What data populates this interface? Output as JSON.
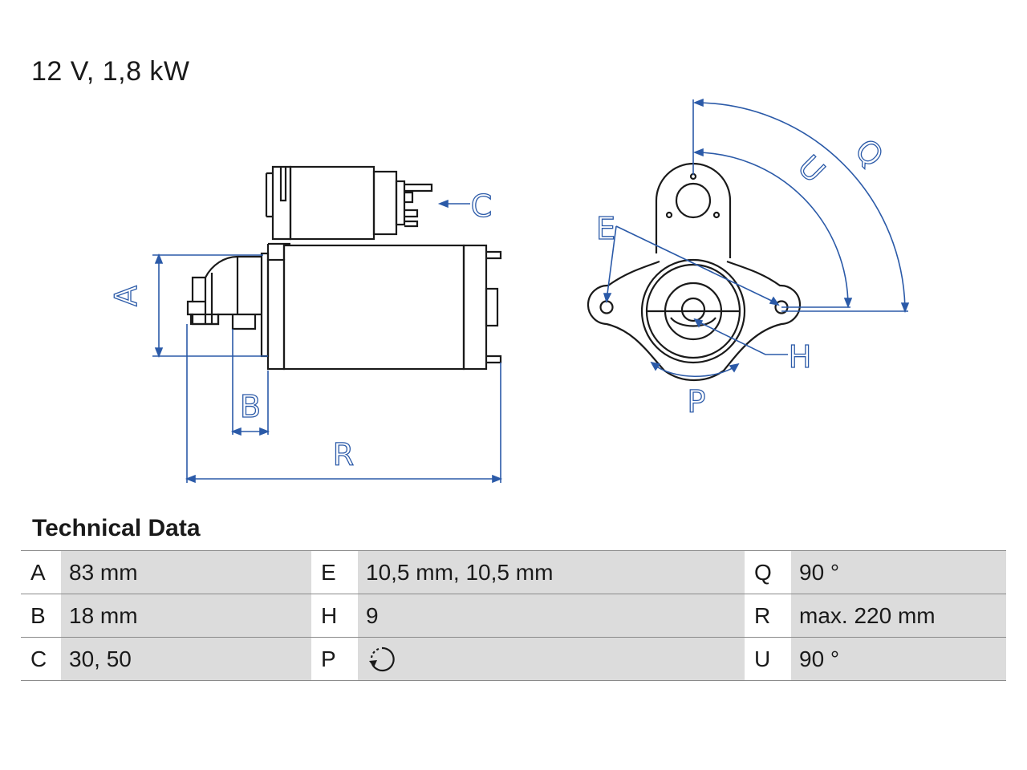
{
  "title": "12 V, 1,8 kW",
  "labels": {
    "A": "A",
    "B": "B",
    "C": "C",
    "E": "E",
    "H": "H",
    "P": "P",
    "Q": "Q",
    "R": "R",
    "U": "U"
  },
  "technical_heading": "Technical Data",
  "table": {
    "rows": [
      [
        {
          "key": "A",
          "value": "83 mm"
        },
        {
          "key": "E",
          "value": "10,5 mm, 10,5 mm"
        },
        {
          "key": "Q",
          "value": "90 °"
        }
      ],
      [
        {
          "key": "B",
          "value": "18 mm"
        },
        {
          "key": "H",
          "value": "9"
        },
        {
          "key": "R",
          "value": "max. 220 mm"
        }
      ],
      [
        {
          "key": "C",
          "value": "30, 50"
        },
        {
          "key": "P",
          "value": ""
        },
        {
          "key": "U",
          "value": "90 °"
        }
      ]
    ],
    "rotation_icon": "counterclockwise-rotation-icon"
  },
  "colors": {
    "line": "#1a1a1a",
    "dimension": "#2b5aa8",
    "table_shade": "#dcdcdc",
    "table_rule": "#8a8a8a"
  }
}
